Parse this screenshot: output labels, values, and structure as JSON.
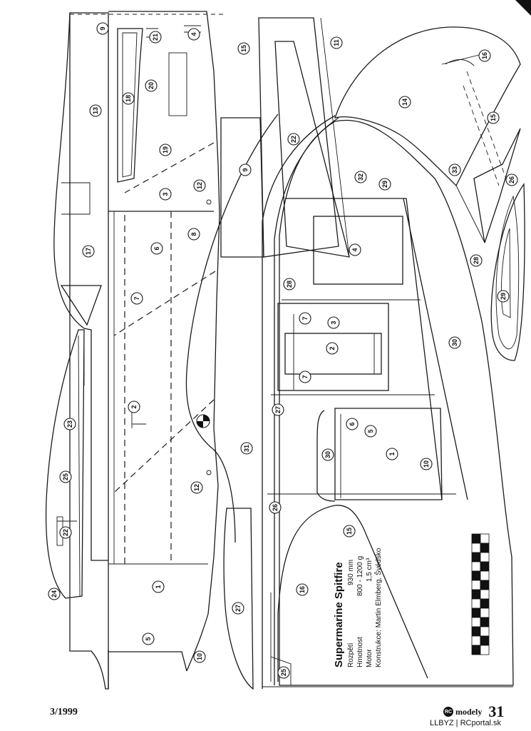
{
  "title_block": {
    "title": "Supermarine Spitfire",
    "rows": [
      {
        "label": "Rozpětí",
        "value": "930 mm"
      },
      {
        "label": "Hmotnost",
        "value": "800 - 1200 g"
      },
      {
        "label": "Motor",
        "value": "1,5 cm³"
      },
      {
        "label": "Konstrukce: Martin Elmberg, Švédsko",
        "value": ""
      }
    ]
  },
  "footer": {
    "issue": "3/1999",
    "logo_text": "RC",
    "brand": "modely",
    "page_number": "31",
    "credit": "LLBYZ | RCportal.sk"
  },
  "part_labels": [
    "1",
    "2",
    "3",
    "4",
    "5",
    "6",
    "7",
    "8",
    "9",
    "10",
    "11",
    "12",
    "13",
    "14",
    "15",
    "16",
    "17",
    "18",
    "19",
    "20",
    "21",
    "22",
    "23",
    "24",
    "25",
    "26",
    "27",
    "28",
    "29",
    "30",
    "31",
    "32",
    "33"
  ],
  "icons": [
    "center-of-gravity-icon",
    "checkered-scale-bar-icon",
    "rc-modely-logo-icon"
  ]
}
